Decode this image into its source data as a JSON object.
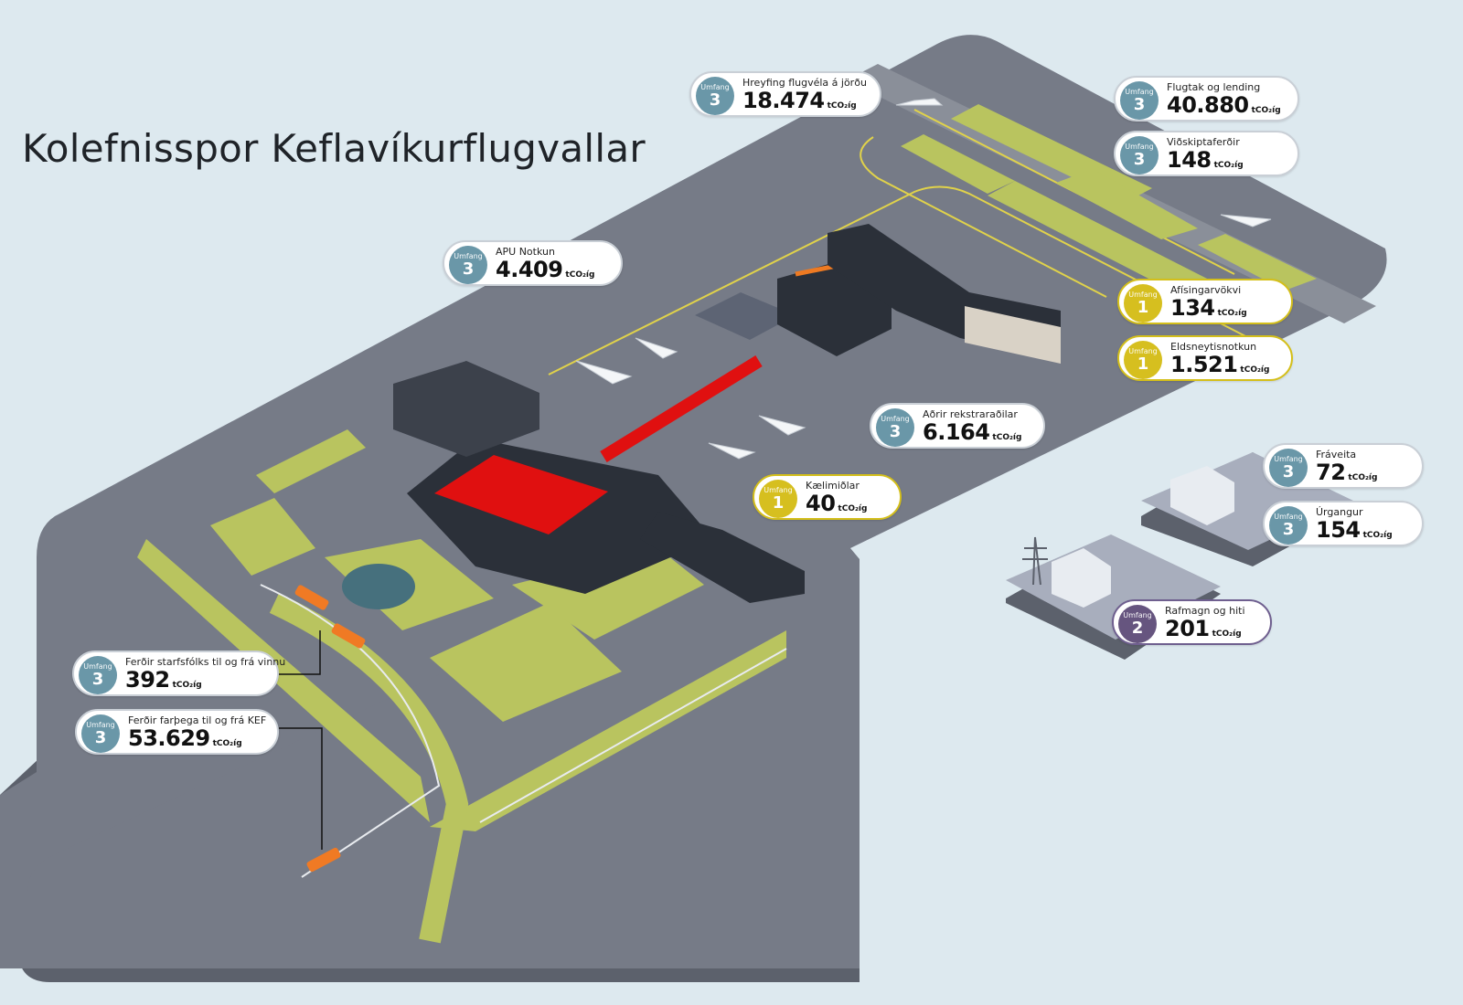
{
  "title": "Kolefnisspor Keflavíkurflugvallar",
  "scope_label": "Umfang",
  "unit": "tCO₂íg",
  "colors": {
    "background": "#dde9ef",
    "ground": "#767b87",
    "grass": "#b9c45f",
    "scope1": "#d6bf1f",
    "scope2": "#66557f",
    "scope3": "#6a97a8",
    "highlight": "#e01010"
  },
  "items": [
    {
      "id": "hreyfing",
      "name": "Hreyfing flugvéla á jörðu",
      "value": "18.474",
      "scope": "3"
    },
    {
      "id": "flugtak",
      "name": "Flugtak og lending",
      "value": "40.880",
      "scope": "3"
    },
    {
      "id": "vidskipti",
      "name": "Viðskiptaferðir",
      "value": "148",
      "scope": "3"
    },
    {
      "id": "apu",
      "name": "APU Notkun",
      "value": "4.409",
      "scope": "3"
    },
    {
      "id": "afisingar",
      "name": "Afísingarvökvi",
      "value": "134",
      "scope": "1"
    },
    {
      "id": "eldsneyti",
      "name": "Eldsneytisnotkun",
      "value": "1.521",
      "scope": "1"
    },
    {
      "id": "adrir",
      "name": "Aðrir rekstraraðilar",
      "value": "6.164",
      "scope": "3"
    },
    {
      "id": "kaeli",
      "name": "Kælimiðlar",
      "value": "40",
      "scope": "1"
    },
    {
      "id": "fraveita",
      "name": "Fráveita",
      "value": "72",
      "scope": "3"
    },
    {
      "id": "urgangur",
      "name": "Úrgangur",
      "value": "154",
      "scope": "3"
    },
    {
      "id": "rafmagn",
      "name": "Rafmagn og hiti",
      "value": "201",
      "scope": "2"
    },
    {
      "id": "starfsfolk",
      "name": "Ferðir starfsfólks til og frá vinnu",
      "value": "392",
      "scope": "3"
    },
    {
      "id": "farthegar",
      "name": "Ferðir farþega til og frá KEF",
      "value": "53.629",
      "scope": "3"
    }
  ]
}
